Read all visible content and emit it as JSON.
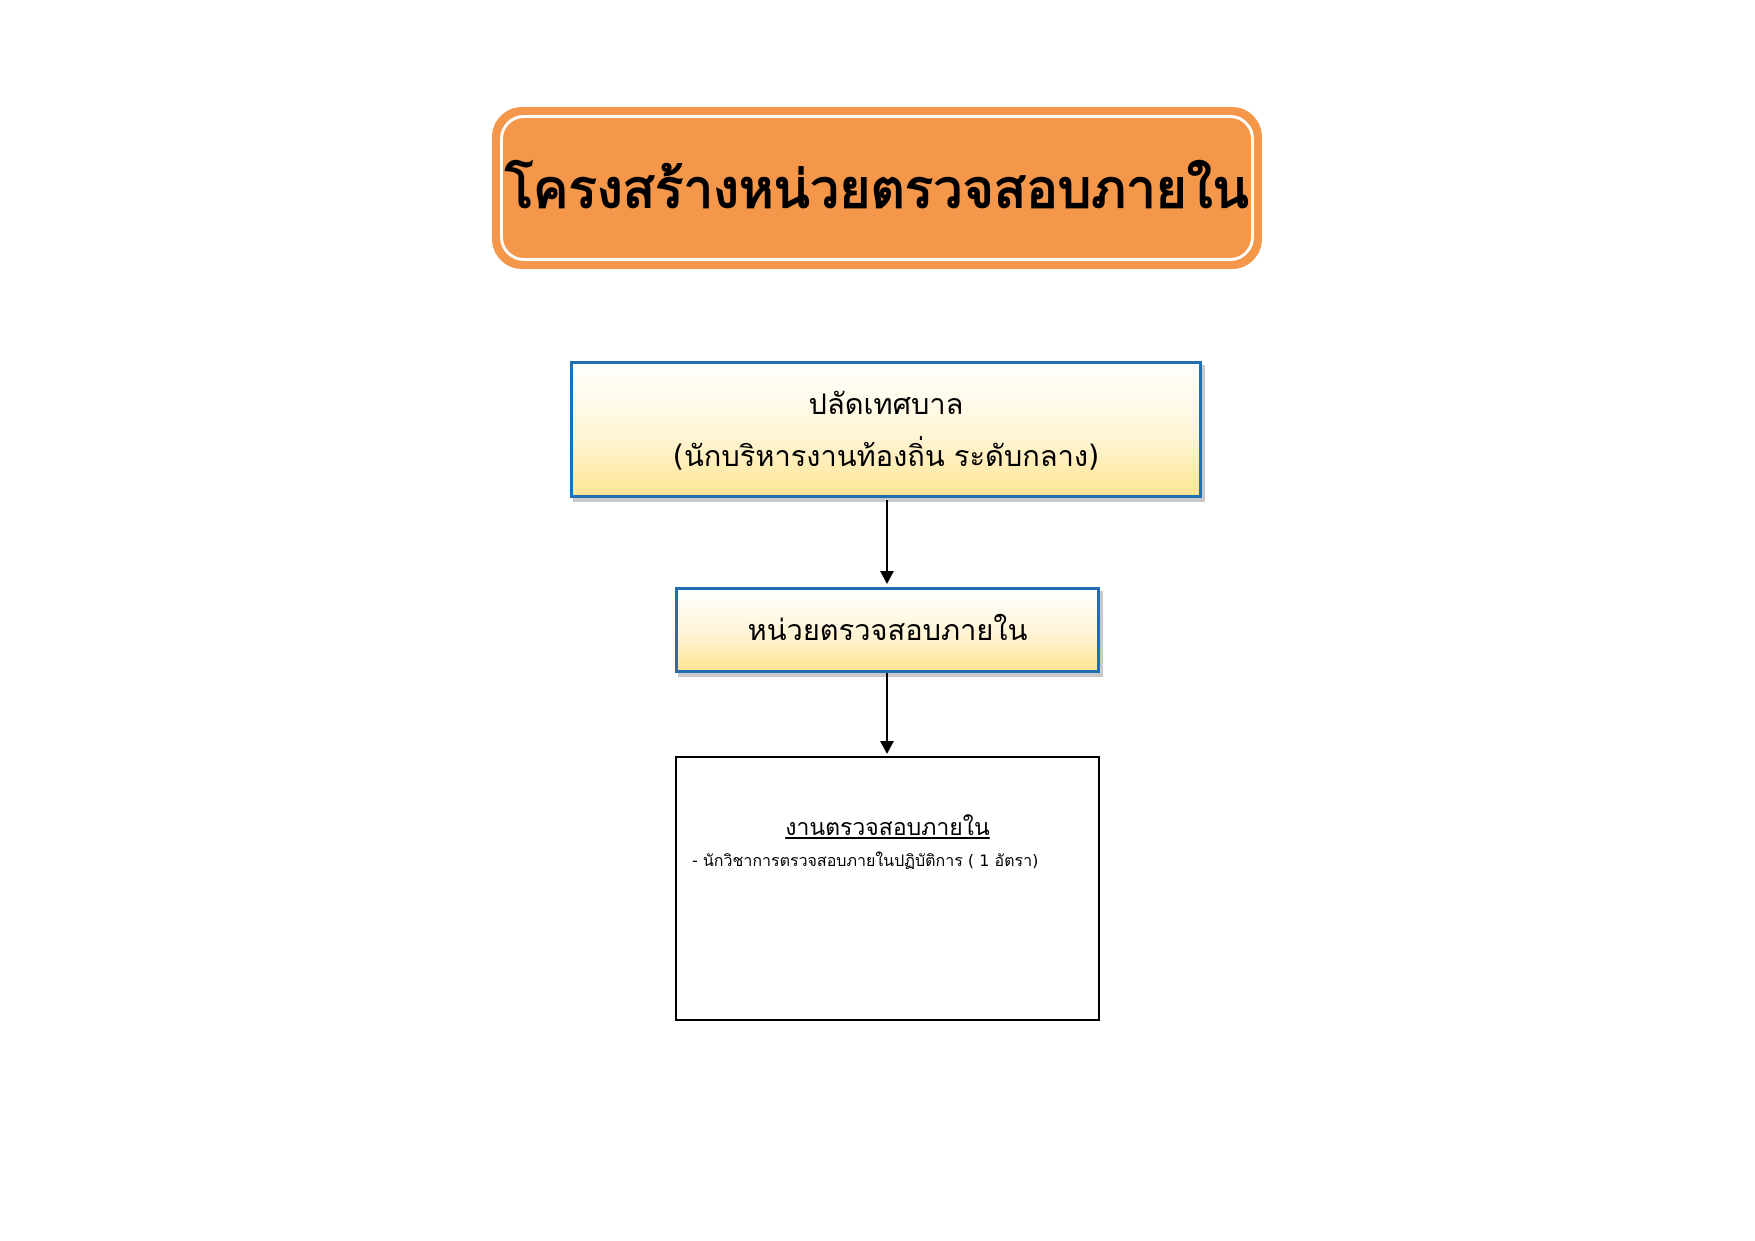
{
  "title": "โครงสร้างหน่วยตรวจสอบภายใน",
  "top_box": {
    "line1": "ปลัดเทศบาล",
    "line2": "(นักบริหารงานท้องถิ่น ระดับกลาง)"
  },
  "middle_box": {
    "label": "หน่วยตรวจสอบภายใน"
  },
  "bottom_box": {
    "heading": "งานตรวจสอบภายใน",
    "items": [
      "- นักวิชาการตรวจสอบภายในปฏิบัติการ ( 1 อัตรา)"
    ]
  },
  "colors": {
    "title_fill": "#f4974b",
    "box_border": "#1f6fb5",
    "box_gradient_bottom": "#ffe595"
  }
}
